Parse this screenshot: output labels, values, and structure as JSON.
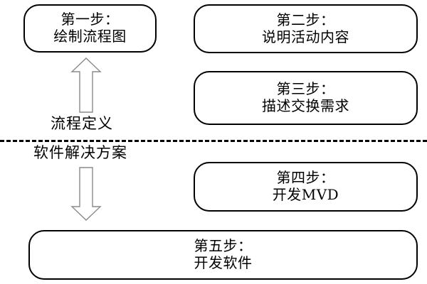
{
  "diagram": {
    "type": "flow-steps",
    "background_color": "#ffffff",
    "stroke_color": "#000000",
    "boxes": [
      {
        "id": "step-1",
        "title": "第一步：",
        "body": "绘制流程图",
        "section": "process-definition"
      },
      {
        "id": "step-2",
        "title": "第二步：",
        "body": "说明活动内容",
        "section": "process-definition"
      },
      {
        "id": "step-3",
        "title": "第三步：",
        "body": "描述交换需求",
        "section": "process-definition"
      },
      {
        "id": "step-4",
        "title": "第四步：",
        "body": "开发MVD",
        "section": "software-solution"
      },
      {
        "id": "step-5",
        "title": "第五步：",
        "body": "开发软件",
        "section": "software-solution"
      }
    ],
    "labels": {
      "process_definition": "流程定义",
      "software_solution": "软件解决方案"
    },
    "arrows": [
      {
        "id": "arrow-up",
        "direction": "up",
        "style": "hollow-block"
      },
      {
        "id": "arrow-down",
        "direction": "down",
        "style": "hollow-block"
      }
    ],
    "divider": {
      "style": "dashed",
      "color": "#000000"
    }
  }
}
